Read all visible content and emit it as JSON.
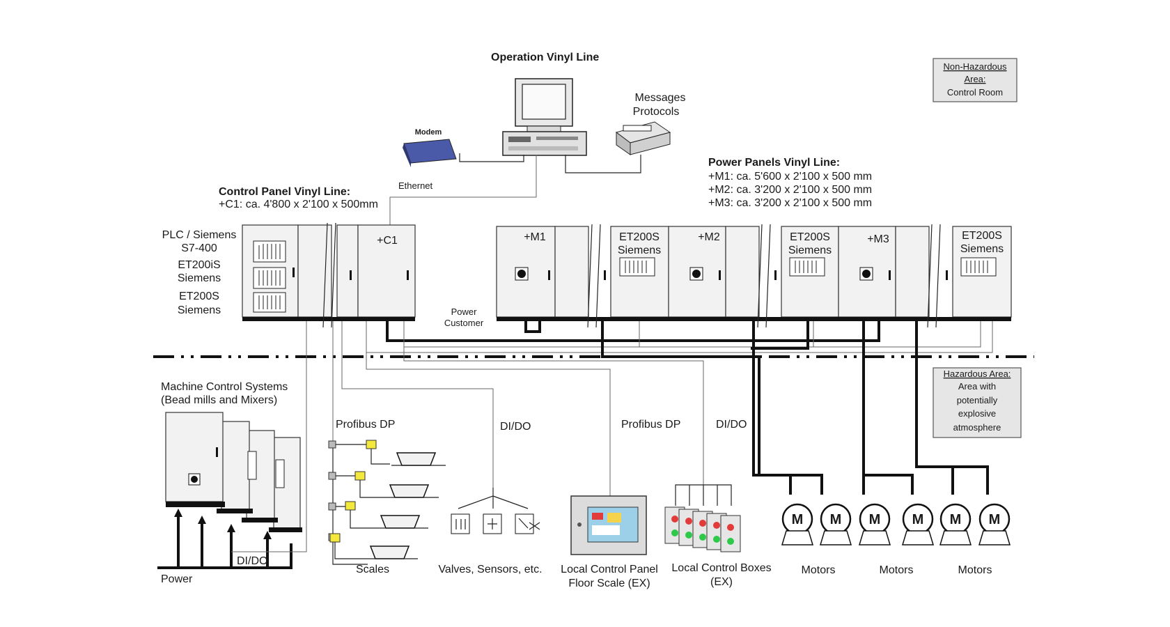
{
  "title": "Operation Vinyl Line",
  "workstation": {
    "modem_label": "Modem",
    "printer_label_1": "Messages",
    "printer_label_2": "Protocols",
    "ethernet_label": "Ethernet"
  },
  "non_hazardous_box": {
    "line1": "Non-Hazardous",
    "line2": "Area:",
    "line3": "Control Room"
  },
  "hazardous_box": {
    "title": "Hazardous Area:",
    "line1": "Area with",
    "line2": "potentially",
    "line3": "explosive",
    "line4": "atmosphere"
  },
  "control_panel": {
    "heading": "Control Panel Vinyl Line:",
    "dims": "+C1: ca. 4'800 x 2'100 x 500mm",
    "plc_1": "PLC / Siemens",
    "plc_2": "S7-400",
    "et200is_1": "ET200iS",
    "et200is_2": "Siemens",
    "et200s_1": "ET200S",
    "et200s_2": "Siemens",
    "c1_tag": "+C1"
  },
  "power_panels": {
    "heading": "Power Panels Vinyl Line:",
    "m1_dims": "+M1: ca. 5'600 x 2'100 x 500 mm",
    "m2_dims": "+M2: ca. 3'200 x 2'100 x 500 mm",
    "m3_dims": "+M3: ca. 3'200 x 2'100 x 500 mm",
    "m1_tag": "+M1",
    "m2_tag": "+M2",
    "m3_tag": "+M3",
    "et_label_1": "ET200S",
    "et_label_2": "Siemens",
    "power_customer_1": "Power",
    "power_customer_2": "Customer"
  },
  "field": {
    "machine_1": "Machine Control Systems",
    "machine_2": "(Bead mills and Mixers)",
    "profibus_left": "Profibus DP",
    "di_do_left": "DI/DO",
    "profibus_right": "Profibus DP",
    "di_do_right": "DI/DO",
    "di_do_bottom": "DI/DO",
    "power_label": "Power",
    "scales_label": "Scales",
    "valves_label": "Valves, Sensors, etc.",
    "lcp_1": "Local Control Panel",
    "lcp_2": "Floor Scale (EX)",
    "lcb_1": "Local Control Boxes",
    "lcb_2": "(EX)",
    "motors_1": "Motors",
    "motors_2": "Motors",
    "motors_3": "Motors",
    "motor_letter": "M"
  }
}
